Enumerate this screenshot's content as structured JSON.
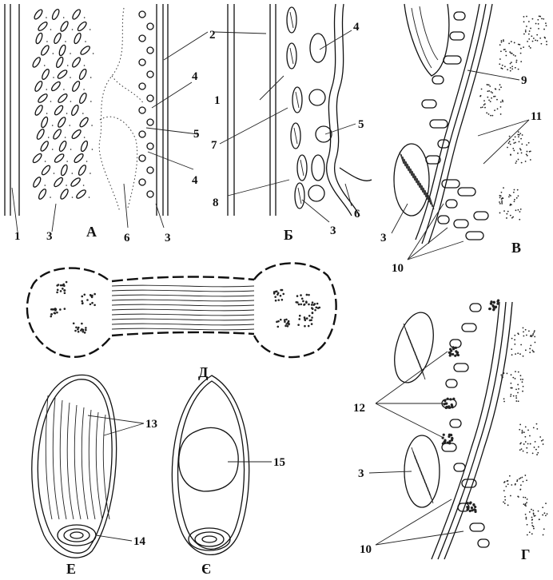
{
  "panels": {
    "A": {
      "letter": "А",
      "labels": [
        "1",
        "3",
        "6",
        "3",
        "2",
        "4",
        "5",
        "4"
      ]
    },
    "B": {
      "letter": "Б",
      "labels": [
        "1",
        "7",
        "8",
        "4",
        "5",
        "6",
        "3"
      ]
    },
    "V": {
      "letter": "В",
      "labels": [
        "9",
        "11",
        "3",
        "10"
      ]
    },
    "D": {
      "letter": "Д"
    },
    "E": {
      "letter": "Е",
      "labels": [
        "13",
        "14"
      ]
    },
    "Ye": {
      "letter": "Є",
      "labels": [
        "15"
      ]
    },
    "G": {
      "letter": "Г",
      "labels": [
        "12",
        "3",
        "10"
      ]
    }
  },
  "colors": {
    "ink": "#111111",
    "paper": "#ffffff"
  }
}
